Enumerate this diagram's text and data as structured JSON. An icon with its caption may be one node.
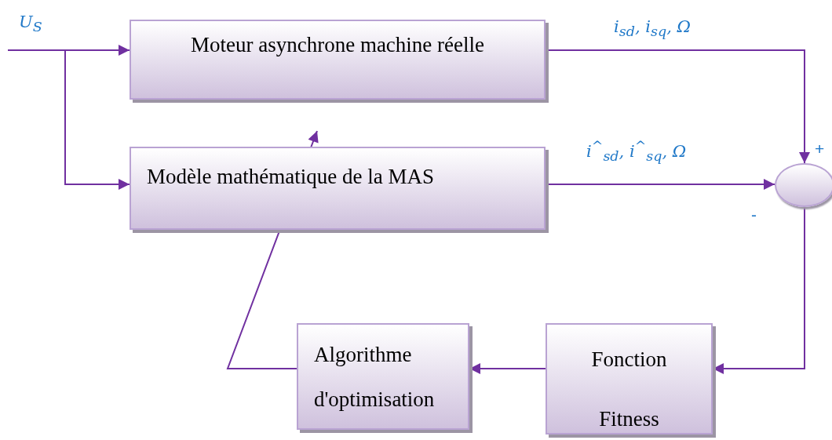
{
  "diagram": {
    "nodes": [
      {
        "text": [
          "Moteur asynchrone machine réelle"
        ]
      },
      {
        "text": [
          "Modèle mathématique de la MAS"
        ]
      },
      {
        "text": [],
        "shape": "circle"
      },
      {
        "text": [
          "Algorithme d'optimisation"
        ]
      },
      {
        "text": [
          "Fonction Fitness"
        ]
      }
    ],
    "edges": [
      {
        "from": null,
        "to": 0,
        "arrow": "to"
      },
      {
        "from": null,
        "to": 1,
        "arrow": "to"
      },
      {
        "from": 0,
        "to": 2,
        "arrow": "to",
        "label": "i$_{sd}$, i$_{sq}$, Ω"
      },
      {
        "from": 1,
        "to": 2,
        "arrow": "to",
        "label": "i$^{^}$$_{sd}$, i$^{^}$$_{sq}$, Ω"
      },
      {
        "from": 2,
        "to": 4,
        "arrow": "to"
      },
      {
        "from": 4,
        "to": 3,
        "arrow": "to"
      },
      {
        "from": 3,
        "to": 1,
        "arrow": "to"
      }
    ],
    "labels": [
      "U$_{S}$",
      "+",
      "-"
    ]
  }
}
